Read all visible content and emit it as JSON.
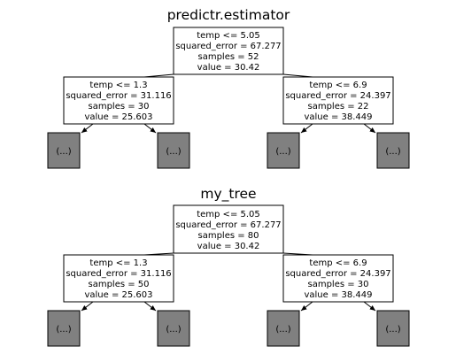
{
  "trees": [
    {
      "title": "predictr.estimator",
      "root": [
        "temp <= 5.05",
        "squared_error = 67.277",
        "samples = 52",
        "value = 30.42"
      ],
      "left": [
        "temp <= 1.3",
        "squared_error = 31.116",
        "samples = 30",
        "value = 25.603"
      ],
      "right": [
        "temp <= 6.9",
        "squared_error = 24.397",
        "samples = 22",
        "value = 38.449"
      ],
      "leaf_label": "(...)"
    },
    {
      "title": "my_tree",
      "root": [
        "temp <= 5.05",
        "squared_error = 67.277",
        "samples = 80",
        "value = 30.42"
      ],
      "left": [
        "temp <= 1.3",
        "squared_error = 31.116",
        "samples = 50",
        "value = 25.603"
      ],
      "right": [
        "temp <= 6.9",
        "squared_error = 24.397",
        "samples = 30",
        "value = 38.449"
      ],
      "leaf_label": "(...)"
    }
  ],
  "colors": {
    "leaf_fill": "#808080",
    "node_fill": "#ffffff",
    "stroke": "#000000"
  }
}
